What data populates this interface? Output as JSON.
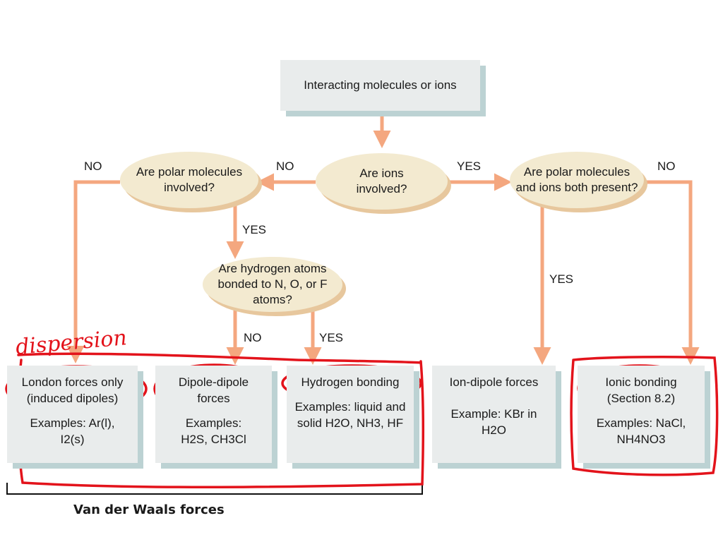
{
  "flowchart": {
    "start": "Interacting molecules or ions",
    "q_ions": "Are ions involved?",
    "q_polar": "Are polar molecules involved?",
    "q_polar_and_ions": "Are polar molecules and ions both present?",
    "q_hydrogen": "Are hydrogen atoms bonded to N, O, or F atoms?"
  },
  "labels": {
    "no_left": "NO",
    "no_center": "NO",
    "yes_right": "YES",
    "no_right": "NO",
    "yes_polar": "YES",
    "yes_ion_dipole": "YES",
    "no_hydrogen": "NO",
    "yes_hydrogen": "YES"
  },
  "results": [
    {
      "title": "London forces only (induced dipoles)",
      "example": "Examples: Ar(l), I2(s)"
    },
    {
      "title": "Dipole-dipole forces",
      "example": "Examples: H2S, CH3Cl"
    },
    {
      "title": "Hydrogen bonding",
      "example": "Examples: liquid and solid H2O, NH3, HF"
    },
    {
      "title": "Ion-dipole forces",
      "example": "Example: KBr in H2O"
    },
    {
      "title": "Ionic bonding (Section 8.2)",
      "example": "Examples: NaCl, NH4NO3"
    }
  ],
  "annotations": {
    "handwritten": "dispersion",
    "bracket_label": "Van der Waals forces"
  },
  "colors": {
    "arrow": "#f4a77f",
    "oval": "#f3ead0",
    "box": "#e9ecec",
    "ink": "#e3131b"
  }
}
